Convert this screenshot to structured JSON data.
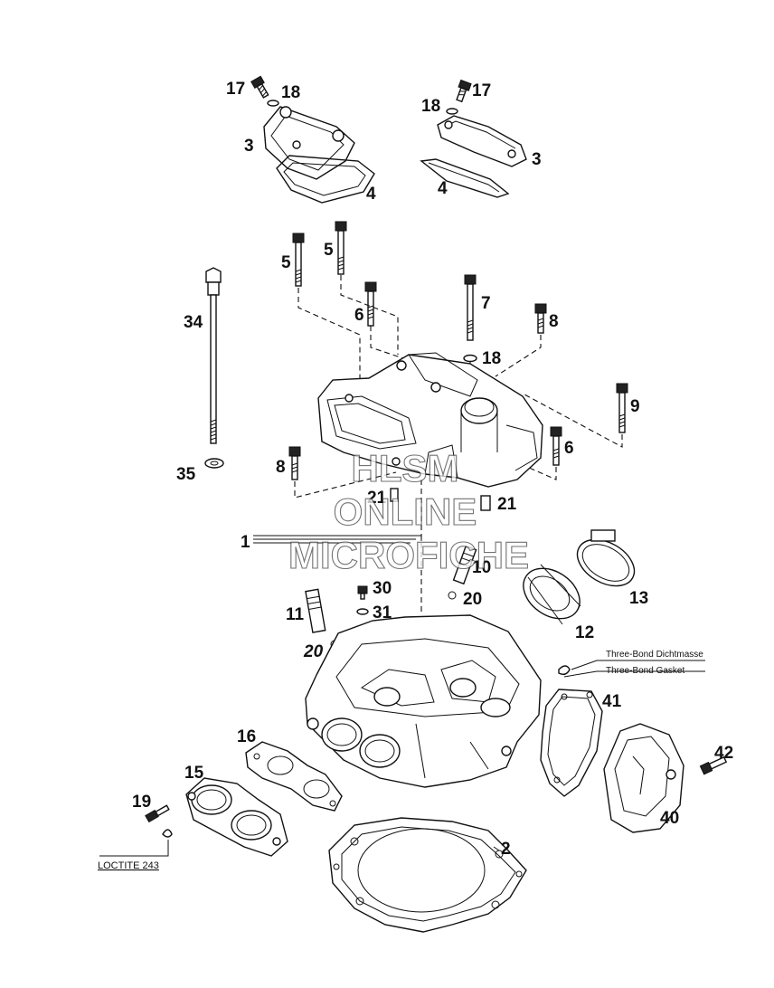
{
  "labels": [
    {
      "id": "label-17-left",
      "text": "17"
    },
    {
      "id": "label-18-left",
      "text": "18"
    },
    {
      "id": "label-3-left",
      "text": "3"
    },
    {
      "id": "label-4-left",
      "text": "4"
    },
    {
      "id": "label-18-right",
      "text": "18"
    },
    {
      "id": "label-17-right",
      "text": "17"
    },
    {
      "id": "label-3-right",
      "text": "3"
    },
    {
      "id": "label-4-right",
      "text": "4"
    },
    {
      "id": "label-5-left",
      "text": "5"
    },
    {
      "id": "label-5-right",
      "text": "5"
    },
    {
      "id": "label-6-top",
      "text": "6"
    },
    {
      "id": "label-7",
      "text": "7"
    },
    {
      "id": "label-8-right",
      "text": "8"
    },
    {
      "id": "label-34",
      "text": "34"
    },
    {
      "id": "label-18-mid",
      "text": "18"
    },
    {
      "id": "label-9",
      "text": "9"
    },
    {
      "id": "label-6-right",
      "text": "6"
    },
    {
      "id": "label-8-left",
      "text": "8"
    },
    {
      "id": "label-35",
      "text": "35"
    },
    {
      "id": "label-21-left",
      "text": "21"
    },
    {
      "id": "label-21-right",
      "text": "21"
    },
    {
      "id": "label-1",
      "text": "1"
    },
    {
      "id": "label-10",
      "text": "10"
    },
    {
      "id": "label-13",
      "text": "13"
    },
    {
      "id": "label-20-right",
      "text": "20"
    },
    {
      "id": "label-30",
      "text": "30"
    },
    {
      "id": "label-31",
      "text": "31"
    },
    {
      "id": "label-11",
      "text": "11"
    },
    {
      "id": "label-12",
      "text": "12"
    },
    {
      "id": "label-20-left",
      "text": "20"
    },
    {
      "id": "label-41",
      "text": "41"
    },
    {
      "id": "label-16",
      "text": "16"
    },
    {
      "id": "label-15",
      "text": "15"
    },
    {
      "id": "label-42",
      "text": "42"
    },
    {
      "id": "label-19",
      "text": "19"
    },
    {
      "id": "label-40",
      "text": "40"
    },
    {
      "id": "label-2",
      "text": "2"
    }
  ],
  "notes": {
    "three_bond_de": "Three-Bond Dichtmasse",
    "three_bond_en": "Three-Bond Gasket",
    "loctite": "LOCTITE 243"
  },
  "watermark": {
    "line1": "HLSM",
    "line2": "ONLINE",
    "line3": "MICROFICHE"
  }
}
